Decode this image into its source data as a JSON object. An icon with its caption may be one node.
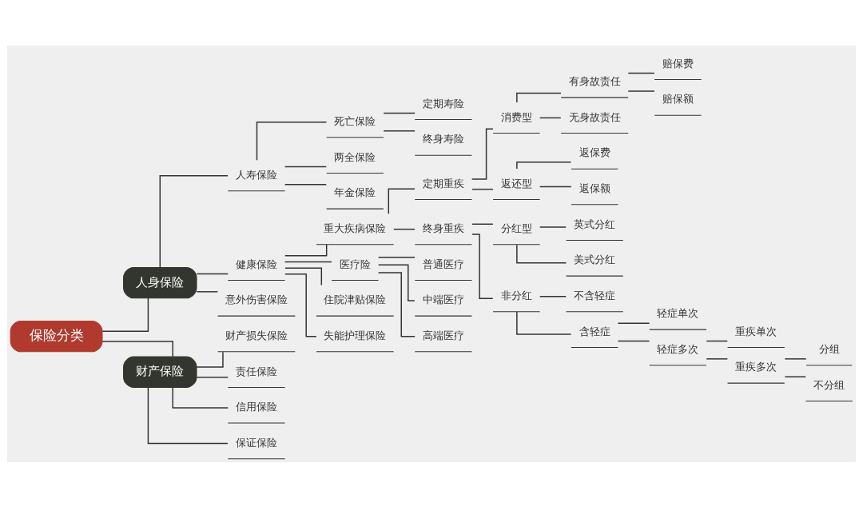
{
  "diagram": {
    "nodes": [
      {
        "text": [
          "保险分类"
        ]
      },
      {
        "text": [
          "人身保险"
        ]
      },
      {
        "text": [
          "人寿保险"
        ]
      },
      {
        "text": [
          "死亡保险"
        ]
      },
      {
        "text": [
          "定期寿险"
        ]
      },
      {
        "text": [
          "终身寿险"
        ]
      },
      {
        "text": [
          "两全保险"
        ]
      },
      {
        "text": [
          "年金保险"
        ]
      },
      {
        "text": [
          "健康保险"
        ]
      },
      {
        "text": [
          "重大疾病保险"
        ]
      },
      {
        "text": [
          "定期重疾"
        ]
      },
      {
        "text": [
          "消费型"
        ]
      },
      {
        "text": [
          "有身故责任"
        ]
      },
      {
        "text": [
          "赔保费"
        ]
      },
      {
        "text": [
          "赔保额"
        ]
      },
      {
        "text": [
          "无身故责任"
        ]
      },
      {
        "text": [
          "返还型"
        ]
      },
      {
        "text": [
          "返保费"
        ]
      },
      {
        "text": [
          "返保额"
        ]
      },
      {
        "text": [
          "终身重疾"
        ]
      },
      {
        "text": [
          "分红型"
        ]
      },
      {
        "text": [
          "英式分红"
        ]
      },
      {
        "text": [
          "美式分红"
        ]
      },
      {
        "text": [
          "非分红"
        ]
      },
      {
        "text": [
          "不含轻症"
        ]
      },
      {
        "text": [
          "含轻症"
        ]
      },
      {
        "text": [
          "轻症单次"
        ]
      },
      {
        "text": [
          "轻症多次"
        ]
      },
      {
        "text": [
          "重疾单次"
        ]
      },
      {
        "text": [
          "重疾多次"
        ]
      },
      {
        "text": [
          "分组"
        ]
      },
      {
        "text": [
          "不分组"
        ]
      },
      {
        "text": [
          "医疗险"
        ]
      },
      {
        "text": [
          "普通医疗"
        ]
      },
      {
        "text": [
          "中端医疗"
        ]
      },
      {
        "text": [
          "高端医疗"
        ]
      },
      {
        "text": [
          "住院津贴保险"
        ]
      },
      {
        "text": [
          "失能护理保险"
        ]
      },
      {
        "text": [
          "意外伤害保险"
        ]
      },
      {
        "text": [
          "财产保险"
        ]
      },
      {
        "text": [
          "财产损失保险"
        ]
      },
      {
        "text": [
          "责任保险"
        ]
      },
      {
        "text": [
          "信用保险"
        ]
      },
      {
        "text": [
          "保证保险"
        ]
      }
    ],
    "edges": [
      {
        "from": 0,
        "to": 1,
        "arrow": "none"
      },
      {
        "from": 1,
        "to": 2,
        "arrow": "none"
      },
      {
        "from": 2,
        "to": 3,
        "arrow": "none"
      },
      {
        "from": 3,
        "to": 4,
        "arrow": "none"
      },
      {
        "from": 3,
        "to": 5,
        "arrow": "none"
      },
      {
        "from": 2,
        "to": 6,
        "arrow": "none"
      },
      {
        "from": 2,
        "to": 7,
        "arrow": "none"
      },
      {
        "from": 1,
        "to": 8,
        "arrow": "none"
      },
      {
        "from": 8,
        "to": 9,
        "arrow": "none"
      },
      {
        "from": 9,
        "to": 10,
        "arrow": "none"
      },
      {
        "from": 10,
        "to": 11,
        "arrow": "none"
      },
      {
        "from": 11,
        "to": 12,
        "arrow": "none"
      },
      {
        "from": 12,
        "to": 13,
        "arrow": "none"
      },
      {
        "from": 12,
        "to": 14,
        "arrow": "none"
      },
      {
        "from": 11,
        "to": 15,
        "arrow": "none"
      },
      {
        "from": 10,
        "to": 16,
        "arrow": "none"
      },
      {
        "from": 16,
        "to": 17,
        "arrow": "none"
      },
      {
        "from": 16,
        "to": 18,
        "arrow": "none"
      },
      {
        "from": 9,
        "to": 19,
        "arrow": "none"
      },
      {
        "from": 19,
        "to": 20,
        "arrow": "none"
      },
      {
        "from": 20,
        "to": 21,
        "arrow": "none"
      },
      {
        "from": 20,
        "to": 22,
        "arrow": "none"
      },
      {
        "from": 19,
        "to": 23,
        "arrow": "none"
      },
      {
        "from": 23,
        "to": 24,
        "arrow": "none"
      },
      {
        "from": 23,
        "to": 25,
        "arrow": "none"
      },
      {
        "from": 25,
        "to": 26,
        "arrow": "none"
      },
      {
        "from": 25,
        "to": 27,
        "arrow": "none"
      },
      {
        "from": 27,
        "to": 28,
        "arrow": "none"
      },
      {
        "from": 27,
        "to": 29,
        "arrow": "none"
      },
      {
        "from": 29,
        "to": 30,
        "arrow": "none"
      },
      {
        "from": 29,
        "to": 31,
        "arrow": "none"
      },
      {
        "from": 8,
        "to": 32,
        "arrow": "none"
      },
      {
        "from": 32,
        "to": 33,
        "arrow": "none"
      },
      {
        "from": 32,
        "to": 34,
        "arrow": "none"
      },
      {
        "from": 32,
        "to": 35,
        "arrow": "none"
      },
      {
        "from": 8,
        "to": 36,
        "arrow": "none"
      },
      {
        "from": 8,
        "to": 37,
        "arrow": "none"
      },
      {
        "from": 1,
        "to": 38,
        "arrow": "none"
      },
      {
        "from": 0,
        "to": 39,
        "arrow": "none"
      },
      {
        "from": 39,
        "to": 40,
        "arrow": "none"
      },
      {
        "from": 39,
        "to": 41,
        "arrow": "none"
      },
      {
        "from": 39,
        "to": 42,
        "arrow": "none"
      },
      {
        "from": 39,
        "to": 43,
        "arrow": "none"
      }
    ]
  }
}
